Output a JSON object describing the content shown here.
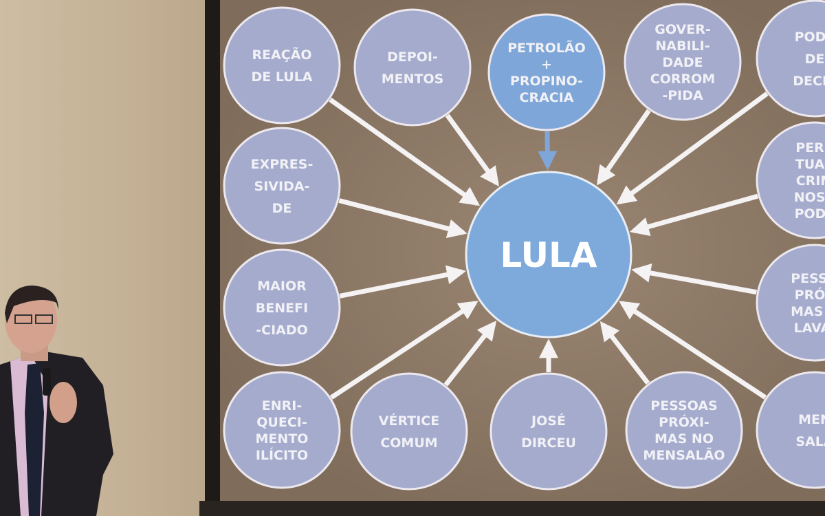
{
  "slide": {
    "center": {
      "lines": [
        "LULA"
      ],
      "color": "#7ea9db"
    },
    "node_color": "#a5abcd",
    "highlight_color": "#7ea6d8",
    "arrow_color": "#f4f2f2",
    "nodes": [
      {
        "id": "reacao-de-lula",
        "lines": [
          "REAÇÃO",
          "DE LULA"
        ]
      },
      {
        "id": "depoimentos",
        "lines": [
          "DEPOI-",
          "MENTOS"
        ]
      },
      {
        "id": "petrolao-propinocracia",
        "lines": [
          "PETROLÃO",
          "+",
          "PROPINO-",
          "CRACIA"
        ],
        "highlight": true
      },
      {
        "id": "governabilidade-corrompida",
        "lines": [
          "GOVER-",
          "NABILI-",
          "DADE",
          "CORROM",
          "-PIDA"
        ]
      },
      {
        "id": "poder-de-decisao",
        "lines": [
          "PODE",
          "DE",
          "DECIS"
        ]
      },
      {
        "id": "expressividade",
        "lines": [
          "EXPRES-",
          "SIVIDA-",
          "DE"
        ]
      },
      {
        "id": "perpetuacao-criminosa",
        "lines": [
          "PERP",
          "TUAÇ",
          "CRIM",
          "NOSA",
          "PODE"
        ]
      },
      {
        "id": "maior-beneficiado",
        "lines": [
          "MAIOR",
          "BENEFI",
          "-CIADO"
        ]
      },
      {
        "id": "pessoas-proximas-lavajato",
        "lines": [
          "PESSO",
          "PRÓX",
          "MAS N",
          "LAVAJ"
        ]
      },
      {
        "id": "enriquecimento-ilicito",
        "lines": [
          "ENRI-",
          "QUECI-",
          "MENTO",
          "ILÍCITO"
        ]
      },
      {
        "id": "vertice-comum",
        "lines": [
          "VÉRTICE",
          "COMUM"
        ]
      },
      {
        "id": "jose-dirceu",
        "lines": [
          "JOSÉ",
          "DIRCEU"
        ]
      },
      {
        "id": "pessoas-proximas-mensalao",
        "lines": [
          "PESSOAS",
          "PRÓXI-",
          "MAS NO",
          "MENSALÃO"
        ]
      },
      {
        "id": "mensalao",
        "lines": [
          "MEN",
          "SALÃ"
        ]
      }
    ]
  }
}
